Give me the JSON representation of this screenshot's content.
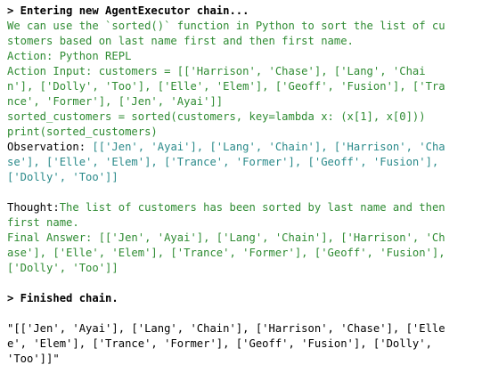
{
  "entering": "> Entering new AgentExecutor chain...",
  "thought1": [
    "We can use the `sorted()` function in Python to sort the list of cu",
    "stomers based on last name first and then first name.",
    "Action: Python REPL",
    "Action Input: customers = [['Harrison', 'Chase'], ['Lang', 'Chai",
    "n'], ['Dolly', 'Too'], ['Elle', 'Elem'], ['Geoff', 'Fusion'], ['Tra",
    "nce', 'Former'], ['Jen', 'Ayai']]",
    "sorted_customers = sorted(customers, key=lambda x: (x[1], x[0]))",
    "print(sorted_customers)"
  ],
  "observation_label": "Observation: ",
  "observation_lines": [
    "[['Jen', 'Ayai'], ['Lang', 'Chain'], ['Harrison', 'Cha",
    "se'], ['Elle', 'Elem'], ['Trance', 'Former'], ['Geoff', 'Fusion'],",
    "['Dolly', 'Too']]"
  ],
  "thought2": {
    "label": "Thought:",
    "text": "The list of customers has been sorted by last name and then",
    "cont": "first name."
  },
  "final_answer": [
    "Final Answer: [['Jen', 'Ayai'], ['Lang', 'Chain'], ['Harrison', 'Ch",
    "ase'], ['Elle', 'Elem'], ['Trance', 'Former'], ['Geoff', 'Fusion'],",
    "['Dolly', 'Too']]"
  ],
  "finished": "> Finished chain.",
  "output": [
    "\"[['Jen', 'Ayai'], ['Lang', 'Chain'], ['Harrison', 'Chase'], ['Elle",
    "e', 'Elem'], ['Trance', 'Former'], ['Geoff', 'Fusion'], ['Dolly',",
    "'Too']]\""
  ],
  "colors": {
    "agent_text": "#2e8b32",
    "observation_text": "#2a8a8a",
    "default_text": "#000000"
  }
}
